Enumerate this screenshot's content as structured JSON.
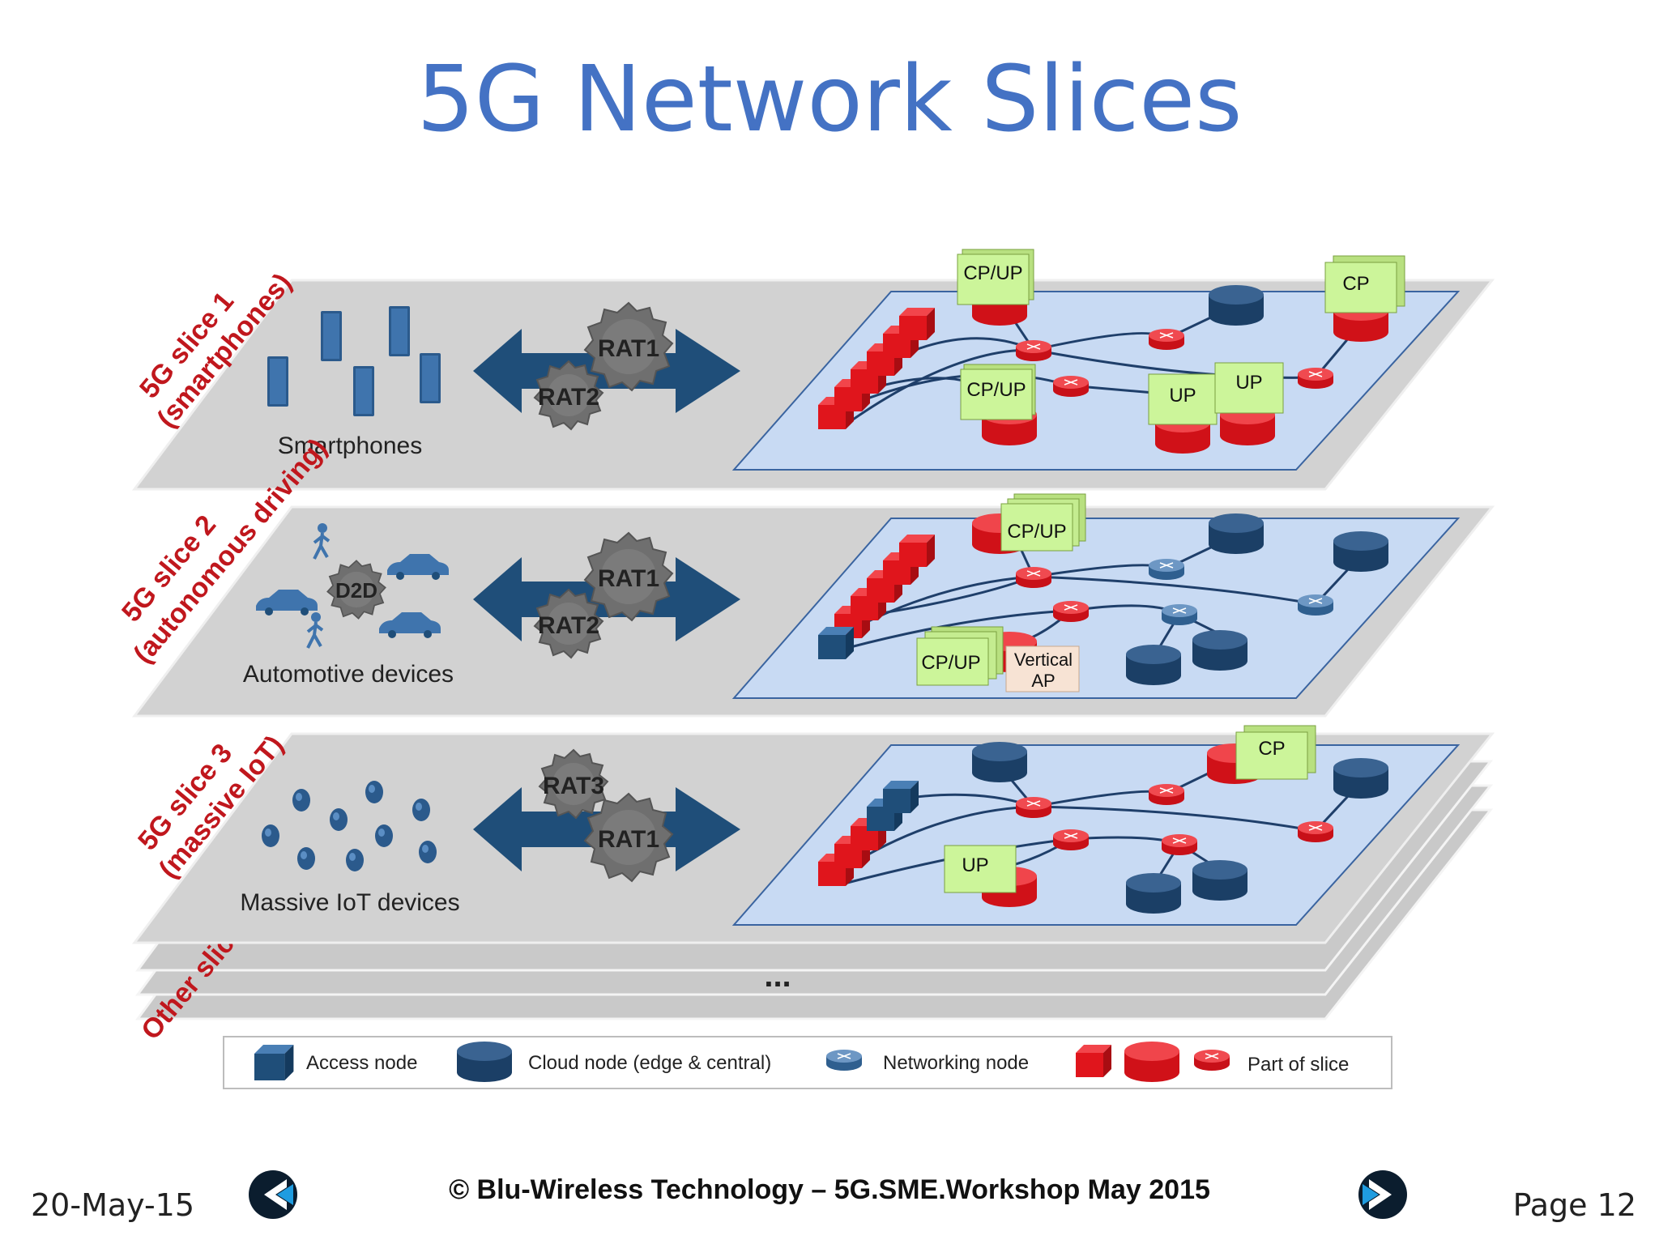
{
  "title": "5G Network Slices",
  "slices": [
    {
      "label_line1": "5G slice 1",
      "label_line2": "(smartphones)",
      "device_label": "Smartphones",
      "rats": [
        "RAT1",
        "RAT2"
      ],
      "tags": [
        "CP/UP",
        "CP",
        "CP/UP",
        "UP",
        "UP"
      ]
    },
    {
      "label_line1": "5G slice 2",
      "label_line2": "(autonomous driving)",
      "device_label": "Automotive devices",
      "d2d": "D2D",
      "rats": [
        "RAT1",
        "RAT2"
      ],
      "tags": [
        "CP/UP",
        "CP/UP"
      ],
      "vertical_ap_line1": "Vertical",
      "vertical_ap_line2": "AP"
    },
    {
      "label_line1": "5G slice 3",
      "label_line2": "(massive IoT)",
      "device_label": "Massive IoT devices",
      "rats": [
        "RAT3",
        "RAT1"
      ],
      "tags": [
        "CP",
        "UP"
      ]
    }
  ],
  "other_slices": "Other slices",
  "ellipsis": "...",
  "legend": {
    "access_node": "Access node",
    "cloud_node": "Cloud node (edge & central)",
    "networking_node": "Networking node",
    "part_of_slice": "Part of slice"
  },
  "colors": {
    "title": "#4472c4",
    "slice_label": "#c0171d",
    "node_blue": "#1f4e79",
    "node_red": "#e0151c",
    "tag": "#ccf59a"
  },
  "footer": {
    "date": "20-May-15",
    "copyright": "© Blu-Wireless Technology – 5G.SME.Workshop May  2015",
    "page": "Page 12"
  },
  "icons": {
    "prev": "chevron-left-icon",
    "next": "chevron-right-icon"
  }
}
